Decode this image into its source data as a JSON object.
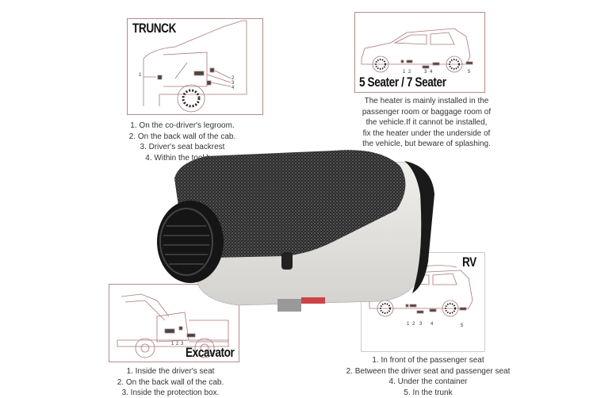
{
  "truck": {
    "title": "TRUNCK",
    "markers": [
      "1",
      "2",
      "3",
      "4"
    ],
    "lines": [
      "1. On the co-driver's legroom.",
      "2. On the back wall of the cab.",
      "3. Driver's seat backrest",
      "4. Within the tool box"
    ]
  },
  "seater": {
    "title": "5 Seater / 7 Seater",
    "markers": [
      "1",
      "2",
      "3",
      "4",
      "5"
    ],
    "lines": [
      "The heater is mainly installed in the",
      "passenger room or baggage room of",
      "the vehicle.If it cannot be installed,",
      "fix the heater under the underside of",
      "the vehicle, but beware of splashing."
    ]
  },
  "excavator": {
    "title": "Excavator",
    "markers": [
      "1",
      "2",
      "3"
    ],
    "lines": [
      "1. Inside the driver's seat",
      "2. On the back wall of the cab.",
      "3. Inside the protection box."
    ]
  },
  "rv": {
    "title": "RV",
    "markers": [
      "1",
      "2",
      "3",
      "4",
      "5"
    ],
    "lines": [
      "1. In front of the passenger seat",
      "2. Between the driver seat and passenger seat",
      "4. Under the container",
      "5. In the trunk"
    ]
  },
  "colors": {
    "frame": "#b58b8b",
    "heater_body": "#e6e4e0",
    "carbon": "#2b2b2b"
  }
}
